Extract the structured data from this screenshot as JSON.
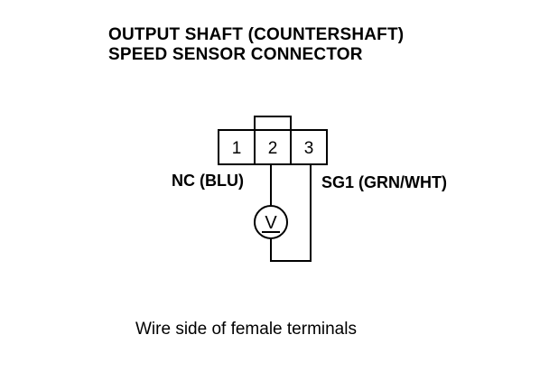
{
  "title": {
    "line1": "OUTPUT SHAFT (COUNTERSHAFT)",
    "line2": "SPEED SENSOR CONNECTOR"
  },
  "connector": {
    "terminals": [
      "1",
      "2",
      "3"
    ]
  },
  "labels": {
    "nc": "NC (BLU)",
    "sg1": "SG1 (GRN/WHT)"
  },
  "meter": {
    "symbol": "V",
    "icon": "voltmeter-icon"
  },
  "caption": "Wire side of female terminals"
}
